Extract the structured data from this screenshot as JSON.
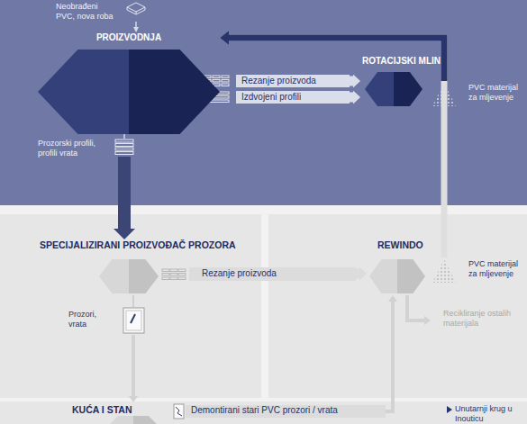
{
  "diagram": {
    "nodes": [
      {
        "text": [
          "PROIZVODNJA"
        ]
      },
      {
        "text": [
          "Neobrađeni PVC, nova roba"
        ]
      },
      {
        "text": [
          "Rezanje proizvoda"
        ]
      },
      {
        "text": [
          "Izdvojeni profili"
        ]
      },
      {
        "text": [
          "ROTACIJSKI MLIN"
        ]
      },
      {
        "text": [
          "PVC materijal za mljevenje"
        ]
      },
      {
        "text": [
          "Prozorski profili, profili vrata"
        ]
      },
      {
        "text": [
          "SPECIJALIZIRANI PROIZVOĐAČ PROZORA"
        ]
      },
      {
        "text": [
          "Rezanje proizvoda"
        ]
      },
      {
        "text": [
          "REWINDO"
        ]
      },
      {
        "text": [
          "PVC materijal za mljevenje"
        ]
      },
      {
        "text": [
          "Recikliranje ostalih materijala"
        ]
      },
      {
        "text": [
          "Prozori, vrata"
        ]
      },
      {
        "text": [
          "KUĆA I STAN"
        ]
      },
      {
        "text": [
          "Demontirani stari PVC prozori / vrata"
        ]
      }
    ],
    "edges": [
      {
        "from": 1,
        "to": 0,
        "arrow": "to"
      },
      {
        "from": 2,
        "to": 4,
        "arrow": "to"
      },
      {
        "from": 3,
        "to": 4,
        "arrow": "to"
      },
      {
        "from": 5,
        "to": 0,
        "arrow": "to"
      },
      {
        "from": 0,
        "to": 6,
        "arrow": "none"
      },
      {
        "from": 6,
        "to": 7,
        "arrow": "to"
      },
      {
        "from": 8,
        "to": 9,
        "arrow": "to"
      },
      {
        "from": 10,
        "to": 0,
        "arrow": "to"
      },
      {
        "from": 9,
        "to": 11,
        "arrow": "to"
      },
      {
        "from": 7,
        "to": 12,
        "arrow": "none"
      },
      {
        "from": 12,
        "to": 13,
        "arrow": "to"
      },
      {
        "from": 14,
        "to": 9,
        "arrow": "to"
      }
    ],
    "legend": [
      {
        "text": "Unutarnji krug u Inouticu"
      }
    ]
  }
}
